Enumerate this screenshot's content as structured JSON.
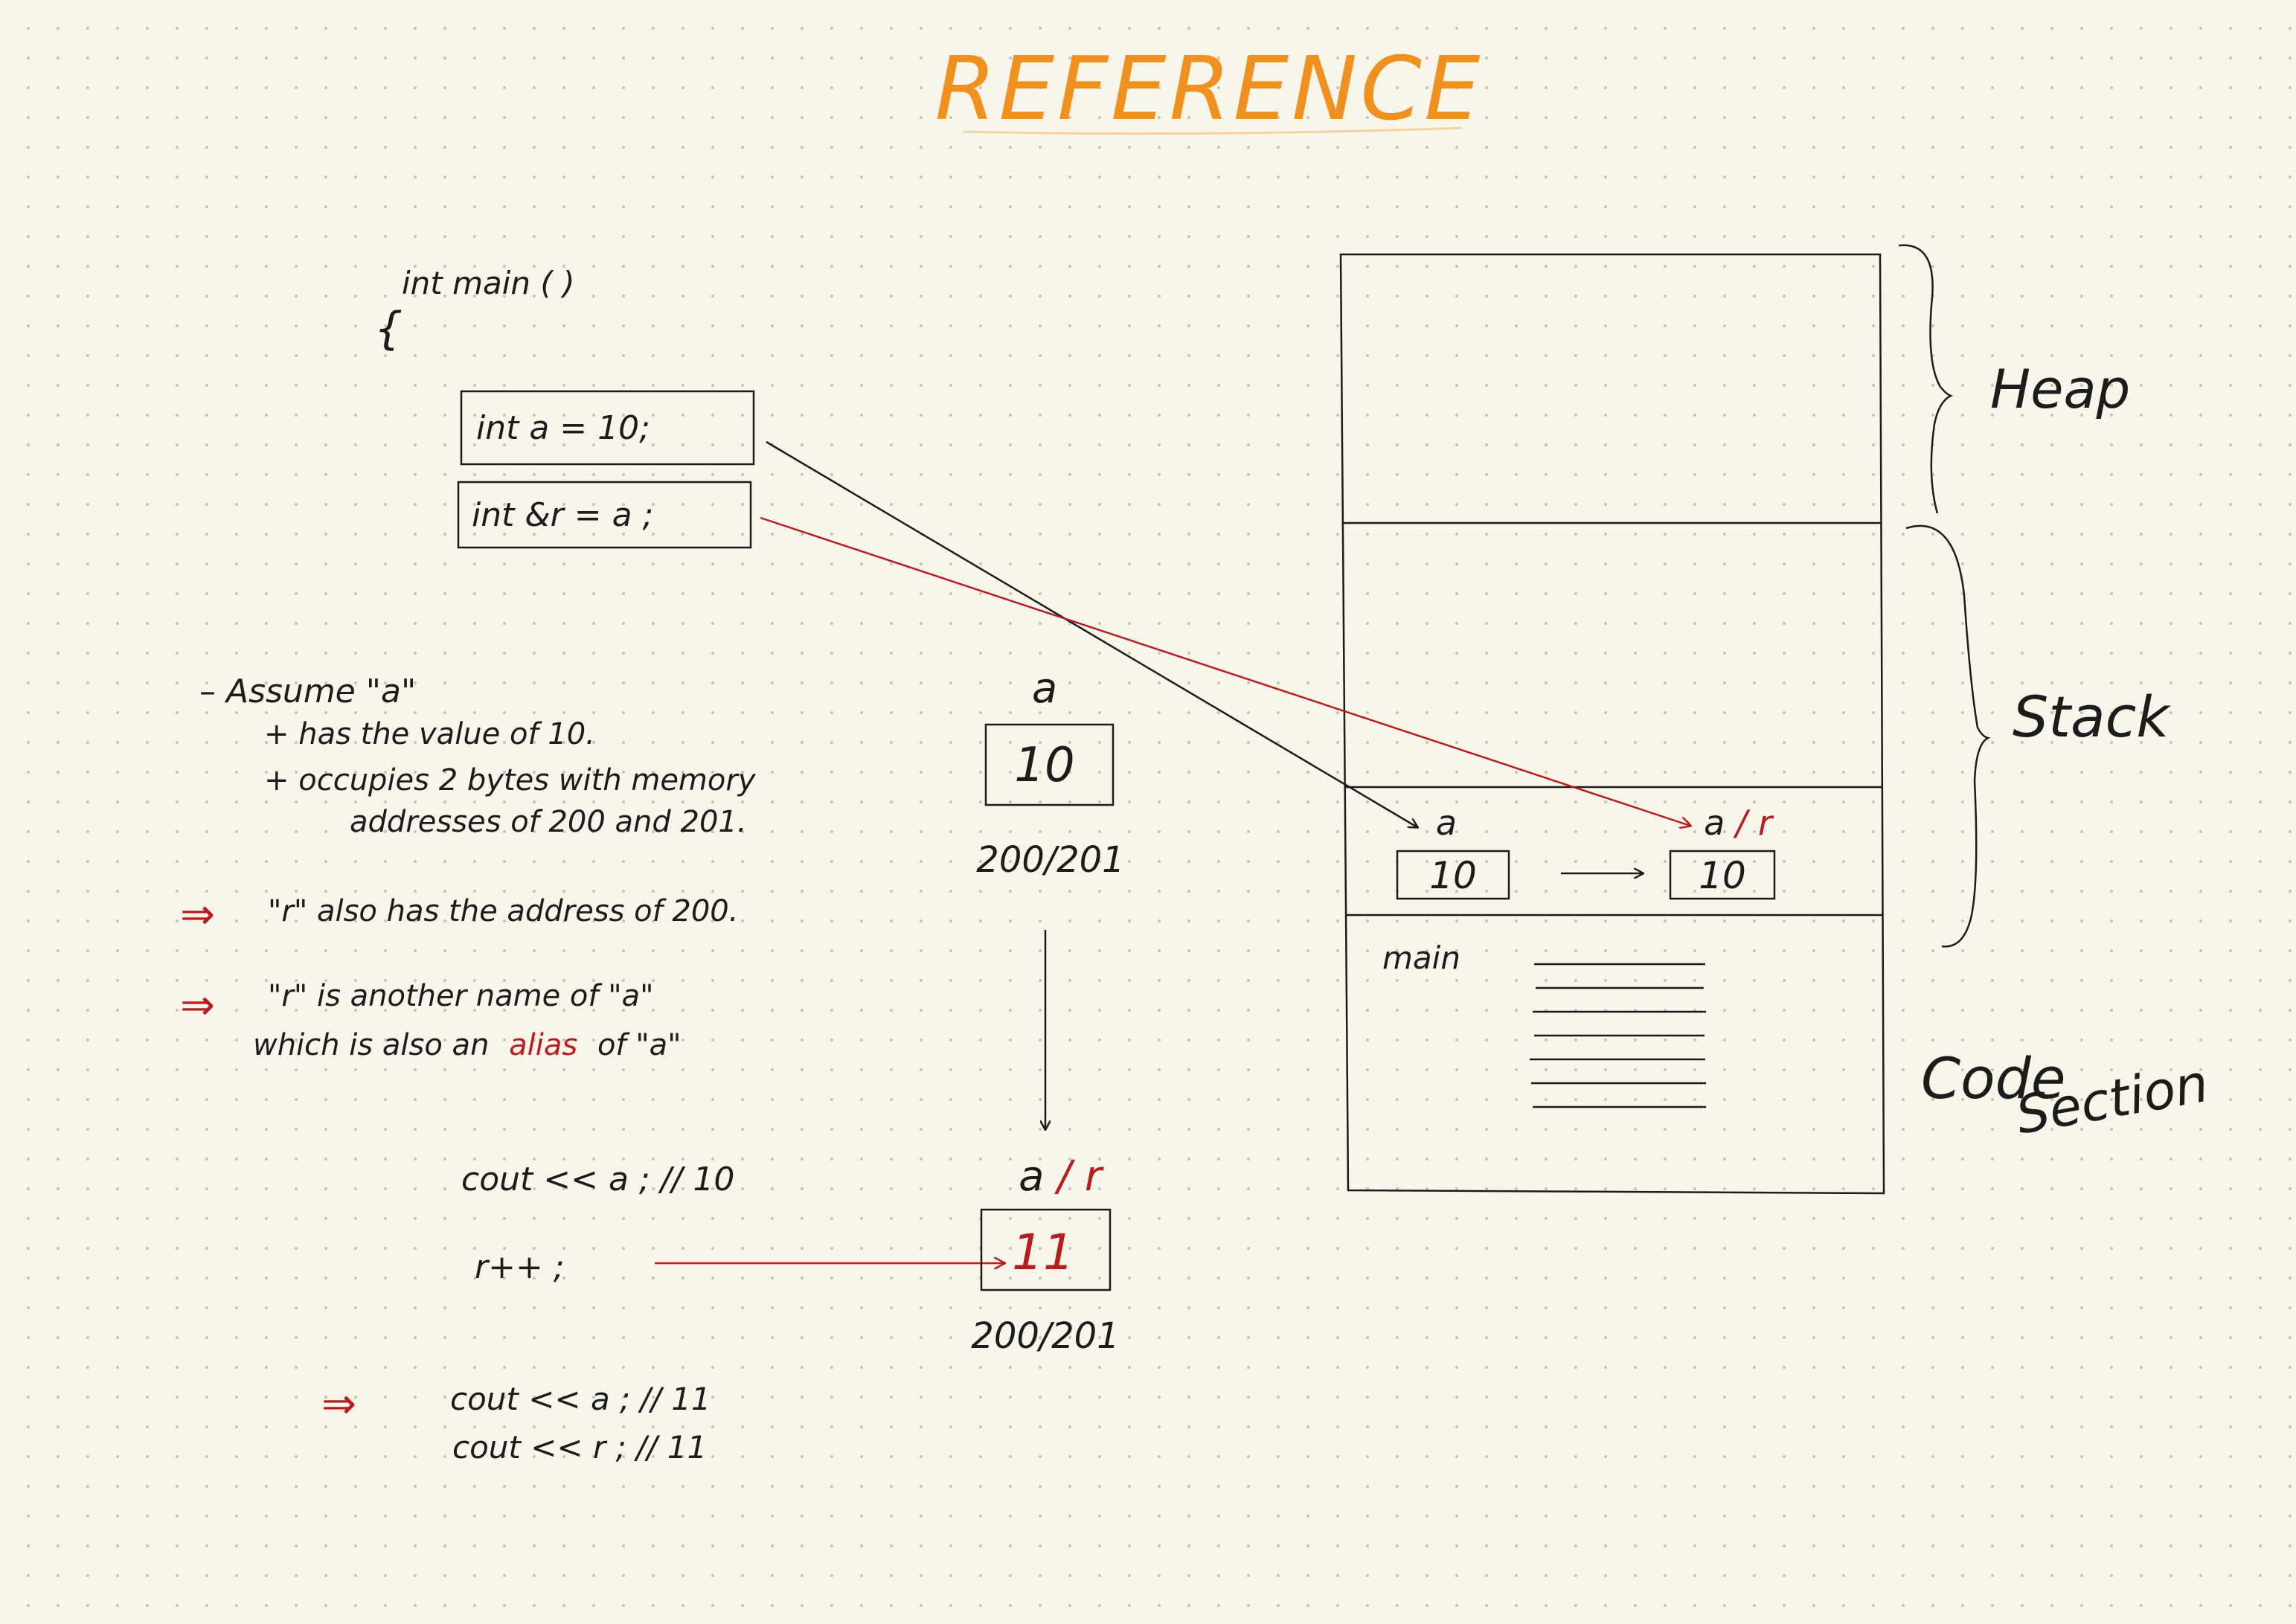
{
  "title": "REFERENCE",
  "code": {
    "main_header": "int main ( )",
    "open_brace": "{",
    "decl_a": "int  a  =  10;",
    "decl_r": "int   &r = a ;"
  },
  "notes": {
    "assume_line": "– Assume \"a\"",
    "bullet_value": "+ has the value of 10.",
    "bullet_bytes": "+ occupies 2 bytes with memory",
    "bullet_addresses": "addresses of 200 and 201.",
    "r_address": "\"r\" also has the address of 200.",
    "r_name_line1": "\"r\" is another name of \"a\"",
    "r_name_line2_prefix": "which is also an",
    "r_name_line2_alias": "alias",
    "r_name_line2_suffix": "of \"a\""
  },
  "arrow_mark": "⇒",
  "statements": {
    "cout_a_10": "cout << a ; // 10",
    "increment": "r++ ;",
    "cout_a_11": "cout << a ; // 11",
    "cout_r_11": "cout << r ; // 11"
  },
  "memory_top": {
    "label": "a",
    "value": "10",
    "address": "200/201"
  },
  "memory_bottom": {
    "label_a": "a",
    "label_slash": "/",
    "label_r": "r",
    "value": "11",
    "address": "200/201"
  },
  "diagram": {
    "heap_label": "Heap",
    "stack_label": "Stack",
    "code_label_1": "Code",
    "code_label_2": "Section",
    "stack_a_label": "a",
    "stack_a_value": "10",
    "stack_ar_label_a": "a",
    "stack_ar_label_slash": "/",
    "stack_ar_label_r": "r",
    "stack_ar_value": "10",
    "main_label": "main"
  },
  "colors": {
    "title": "#f0901e",
    "ink": "#1c1c1c",
    "red_ink": "#b81c1c",
    "paper": "#f8f5ea"
  }
}
